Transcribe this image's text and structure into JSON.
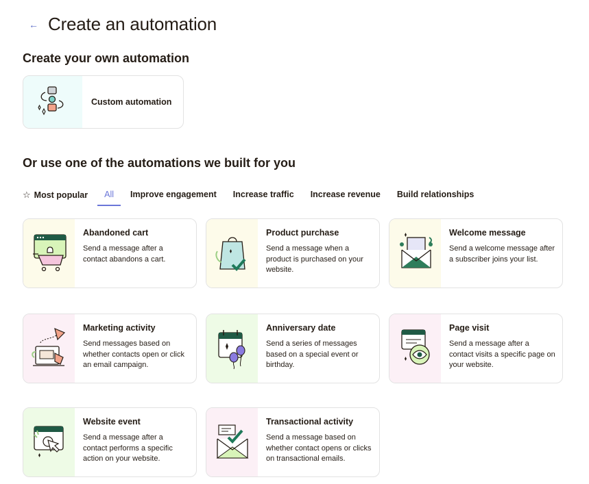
{
  "header": {
    "title": "Create an automation",
    "back_icon": "arrow-left-icon"
  },
  "own_section": {
    "title": "Create your own automation"
  },
  "custom_card": {
    "label": "Custom automation"
  },
  "built_section": {
    "title": "Or use one of the automations we built for you"
  },
  "tabs": [
    {
      "label": "Most popular",
      "icon": "star-icon"
    },
    {
      "label": "All",
      "active": true
    },
    {
      "label": "Improve engagement"
    },
    {
      "label": "Increase traffic"
    },
    {
      "label": "Increase revenue"
    },
    {
      "label": "Build relationships"
    }
  ],
  "cards": [
    {
      "title": "Abandoned cart",
      "desc": "Send a message after a contact abandons a cart.",
      "icon": "shopping-cart-icon"
    },
    {
      "title": "Product purchase",
      "desc": "Send a message when a product is purchased on your website.",
      "icon": "shopping-bag-icon"
    },
    {
      "title": "Welcome message",
      "desc": "Send a welcome message after a subscriber joins your list.",
      "icon": "envelope-icon"
    },
    {
      "title": "Marketing activity",
      "desc": "Send messages based on whether contacts open or click an email campaign.",
      "icon": "paper-plane-icon"
    },
    {
      "title": "Anniversary date",
      "desc": "Send a series of messages based on a special event or birthday.",
      "icon": "calendar-balloons-icon"
    },
    {
      "title": "Page visit",
      "desc": "Send a message after a contact visits a specific page on your website.",
      "icon": "eye-icon"
    },
    {
      "title": "Website event",
      "desc": "Send a message after a contact performs a specific action on your website.",
      "icon": "cursor-click-icon"
    },
    {
      "title": "Transactional activity",
      "desc": "Send a message based on whether contact opens or clicks on transactional emails.",
      "icon": "receipt-envelope-icon"
    }
  ]
}
